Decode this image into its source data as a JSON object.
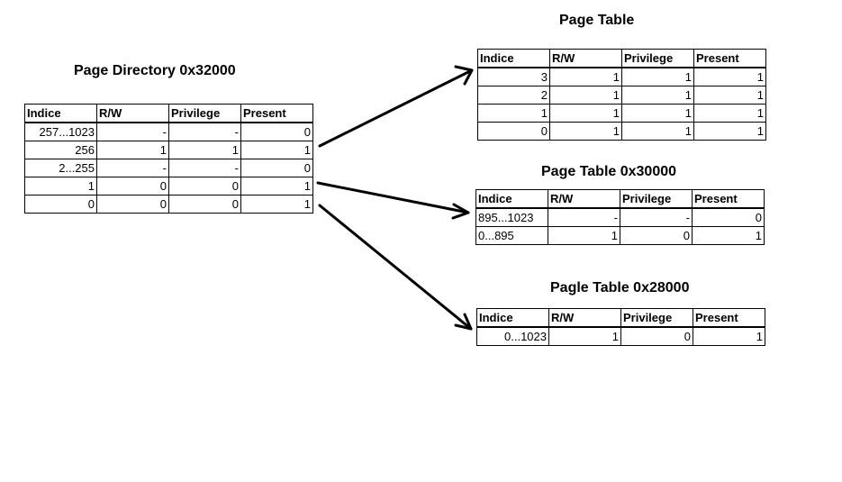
{
  "page_directory": {
    "title": "Page Directory 0x32000",
    "headers": [
      "Indice",
      "R/W",
      "Privilege",
      "Present"
    ],
    "rows": [
      [
        "257...1023",
        "-",
        "-",
        "0"
      ],
      [
        "256",
        "1",
        "1",
        "1"
      ],
      [
        "2...255",
        "-",
        "-",
        "0"
      ],
      [
        "1",
        "0",
        "0",
        "1"
      ],
      [
        "0",
        "0",
        "0",
        "1"
      ]
    ]
  },
  "page_table_a": {
    "title": "Page Table",
    "headers": [
      "Indice",
      "R/W",
      "Privilege",
      "Present"
    ],
    "rows": [
      [
        "3",
        "1",
        "1",
        "1"
      ],
      [
        "2",
        "1",
        "1",
        "1"
      ],
      [
        "1",
        "1",
        "1",
        "1"
      ],
      [
        "0",
        "1",
        "1",
        "1"
      ]
    ]
  },
  "page_table_b": {
    "title": "Page Table 0x30000",
    "headers": [
      "Indice",
      "R/W",
      "Privilege",
      "Present"
    ],
    "rows": [
      [
        "895...1023",
        "-",
        "-",
        "0"
      ],
      [
        "0...895",
        "1",
        "0",
        "1"
      ]
    ]
  },
  "page_table_c": {
    "title": "Pagle Table 0x28000",
    "headers": [
      "Indice",
      "R/W",
      "Privilege",
      "Present"
    ],
    "rows": [
      [
        "0...1023",
        "1",
        "0",
        "1"
      ]
    ]
  }
}
